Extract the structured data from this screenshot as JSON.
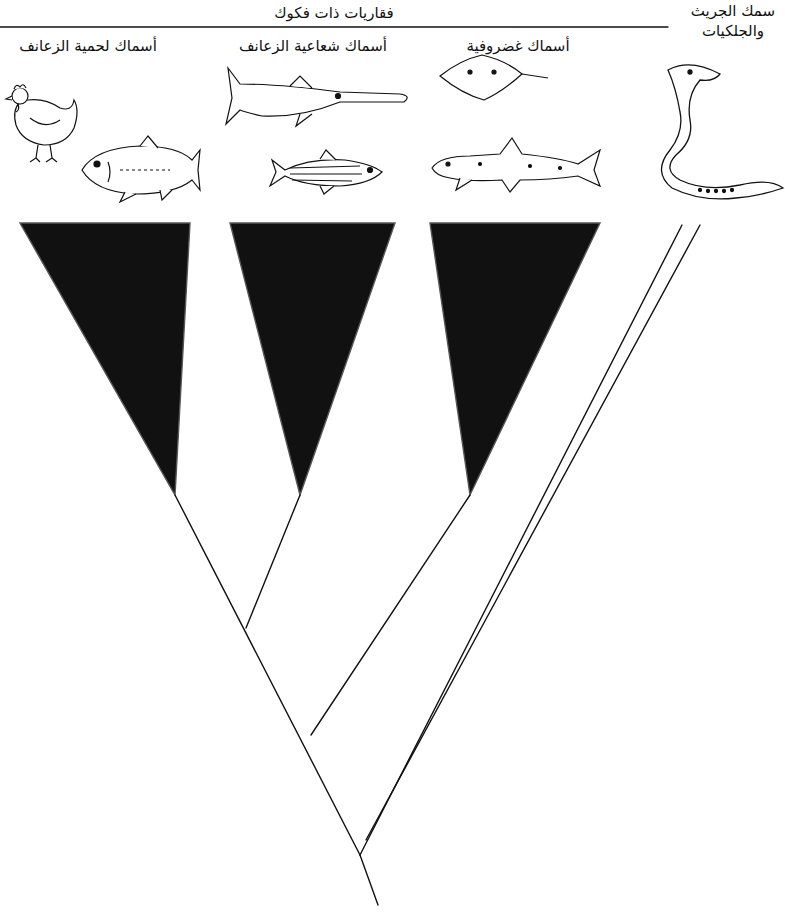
{
  "diagram": {
    "labels": [
      "فقاريات ذات فكوك",
      "أسماك لحمية الزعانف",
      "أسماك شعاعية الزعانف",
      "أسماك غضروفية",
      "سمك الجريث والجلكيات"
    ]
  }
}
